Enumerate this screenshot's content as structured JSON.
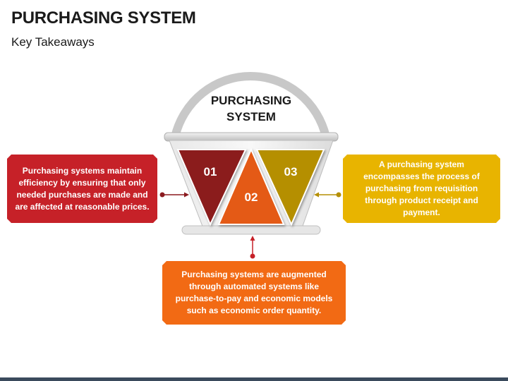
{
  "header": {
    "title": "PURCHASING SYSTEM",
    "subtitle": "Key Takeaways"
  },
  "basket": {
    "label_line1": "PURCHASING",
    "label_line2": "SYSTEM"
  },
  "segments": [
    {
      "number": "01",
      "color": "#8b1a1f"
    },
    {
      "number": "02",
      "color": "#e45a12"
    },
    {
      "number": "03",
      "color": "#b58f05"
    }
  ],
  "cards": {
    "left": "Purchasing systems maintain efficiency by ensuring that only needed purchases are made and are affected at reasonable prices.",
    "right": "A purchasing system encompasses the process of purchasing from requisition through product receipt and payment.",
    "bottom": "Purchasing systems are augmented through automated systems like purchase-to-pay and economic models such as economic order quantity."
  },
  "colors": {
    "red": "#c62128",
    "yellow": "#e8b400",
    "orange": "#f26a14",
    "handle": "#c8c8c8"
  }
}
